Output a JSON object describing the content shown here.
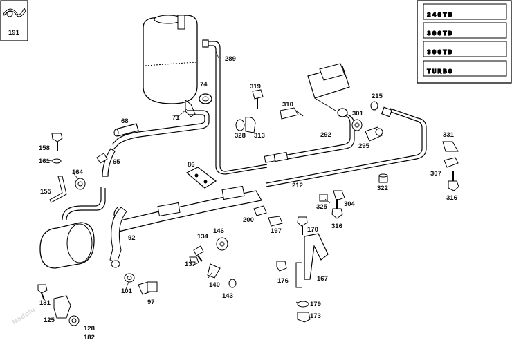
{
  "title_badges": [
    "240TD",
    "300TD",
    "300TD",
    "TURBO"
  ],
  "watermark_text": "Nadolu",
  "callouts": {
    "191": "191",
    "289": "289",
    "74": "74",
    "319": "319",
    "310": "310",
    "215": "215",
    "68": "68",
    "71": "71",
    "328": "328",
    "313": "313",
    "292": "292",
    "301": "301",
    "331": "331",
    "158": "158",
    "161": "161",
    "65": "65",
    "295": "295",
    "86": "86",
    "164": "164",
    "307": "307",
    "212": "212",
    "322": "322",
    "155": "155",
    "316a": "316",
    "304": "304",
    "325": "325",
    "200": "200",
    "316b": "316",
    "197": "197",
    "170": "170",
    "146": "146",
    "92": "92",
    "134": "134",
    "137": "137",
    "176": "176",
    "167": "167",
    "101": "101",
    "140": "140",
    "97": "97",
    "143": "143",
    "131": "131",
    "179": "179",
    "173": "173",
    "125": "125",
    "128": "128",
    "182": "182"
  }
}
